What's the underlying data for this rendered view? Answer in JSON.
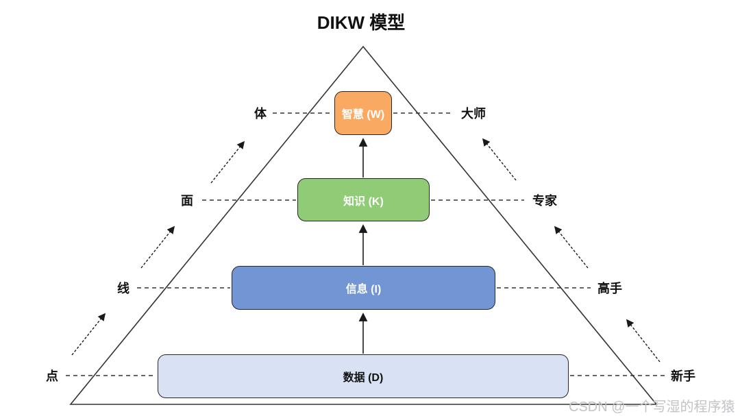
{
  "title": "DIKW 模型",
  "levels": [
    {
      "box_label": "智慧 (W)",
      "left_label": "体",
      "right_label": "大师"
    },
    {
      "box_label": "知识 (K)",
      "left_label": "面",
      "right_label": "专家"
    },
    {
      "box_label": "信息 (I)",
      "left_label": "线",
      "right_label": "高手"
    },
    {
      "box_label": "数据 (D)",
      "left_label": "点",
      "right_label": "新手"
    }
  ],
  "colors": {
    "wisdom_fill": "#F9A962",
    "knowledge_fill": "#90CB76",
    "information_fill": "#7295D3",
    "data_fill": "#D8E2F4",
    "outline": "#262626"
  },
  "watermark": "CSDN @一个写湿的程序猿"
}
